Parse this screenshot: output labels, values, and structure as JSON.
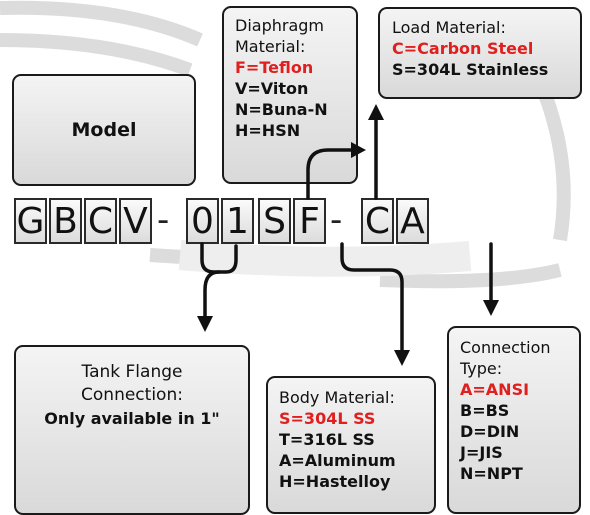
{
  "code": {
    "letters": [
      "G",
      "B",
      "C",
      "V",
      "0",
      "1",
      "S",
      "F",
      "C",
      "A"
    ],
    "dashes": [
      "-",
      "-"
    ]
  },
  "model_box": {
    "label": "Model"
  },
  "diaphragm": {
    "lines": [
      "Diaphragm",
      "Material:",
      "F=Teflon",
      "V=Viton",
      "N=Buna-N",
      "H=HSN"
    ]
  },
  "load": {
    "lines": [
      "Load Material:",
      "C=Carbon Steel",
      "S=304L Stainless"
    ]
  },
  "tank": {
    "lines": [
      "Tank Flange",
      "Connection:",
      "Only available in 1\""
    ]
  },
  "body_material": {
    "lines": [
      "Body Material:",
      "S=304L SS",
      "T=316L SS",
      "A=Aluminum",
      "H=Hastelloy"
    ]
  },
  "connection": {
    "lines": [
      "Connection",
      "Type:",
      "A=ANSI",
      "B=BS",
      "D=DIN",
      "J=JIS",
      "N=NPT"
    ]
  },
  "colors": {
    "highlight": "#e01f1f",
    "box_border": "#1a1a1a",
    "box_fill": "#e6e6e6"
  }
}
